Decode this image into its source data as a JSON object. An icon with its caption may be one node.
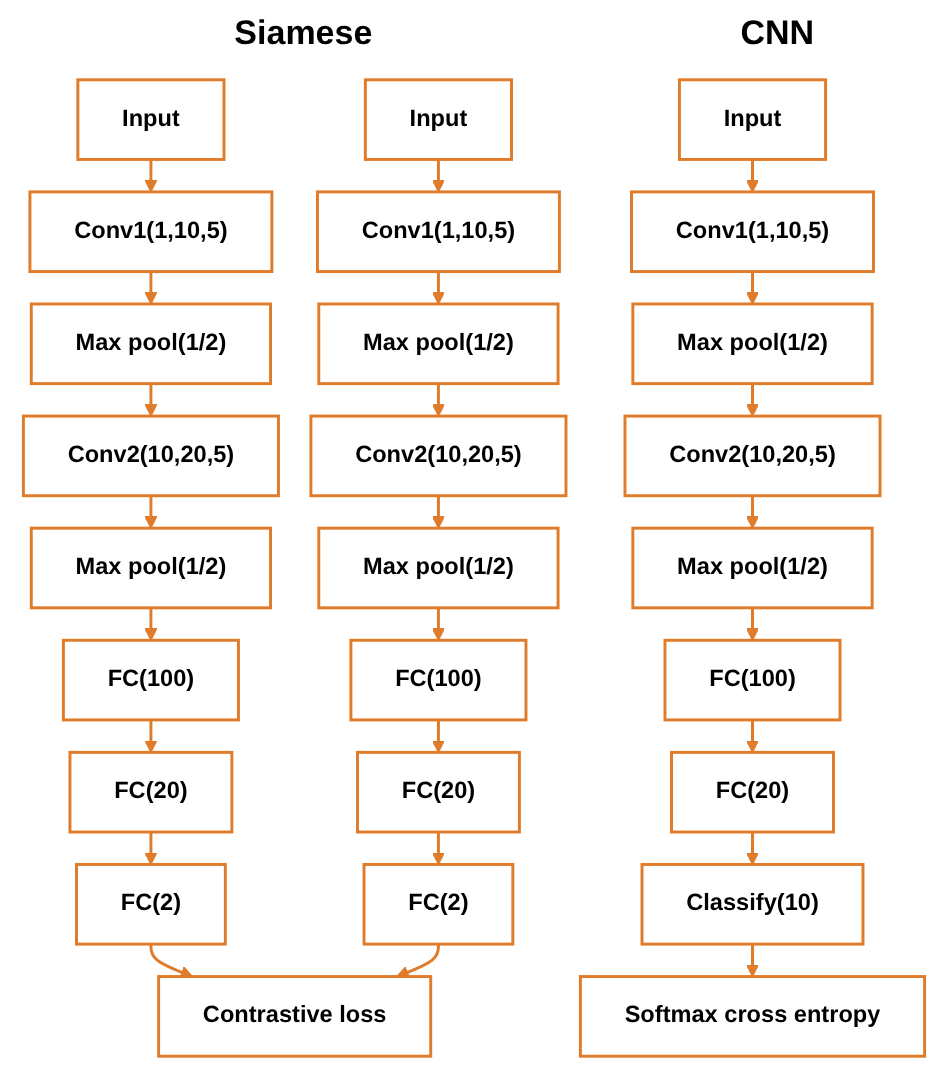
{
  "diagram": {
    "nodes": [
      {
        "text": [
          "Input"
        ]
      },
      {
        "text": [
          "Conv1(1,10,5)"
        ]
      },
      {
        "text": [
          "Max pool(1/2)"
        ]
      },
      {
        "text": [
          "Conv2(10,20,5)"
        ]
      },
      {
        "text": [
          "Max pool(1/2)"
        ]
      },
      {
        "text": [
          "FC(100)"
        ]
      },
      {
        "text": [
          "FC(20)"
        ]
      },
      {
        "text": [
          "FC(2)"
        ]
      },
      {
        "text": [
          "Input"
        ]
      },
      {
        "text": [
          "Conv1(1,10,5)"
        ]
      },
      {
        "text": [
          "Max pool(1/2)"
        ]
      },
      {
        "text": [
          "Conv2(10,20,5)"
        ]
      },
      {
        "text": [
          "Max pool(1/2)"
        ]
      },
      {
        "text": [
          "FC(100)"
        ]
      },
      {
        "text": [
          "FC(20)"
        ]
      },
      {
        "text": [
          "FC(2)"
        ]
      },
      {
        "text": [
          "Contrastive loss"
        ]
      },
      {
        "text": [
          "Input"
        ]
      },
      {
        "text": [
          "Conv1(1,10,5)"
        ]
      },
      {
        "text": [
          "Max pool(1/2)"
        ]
      },
      {
        "text": [
          "Conv2(10,20,5)"
        ]
      },
      {
        "text": [
          "Max pool(1/2)"
        ]
      },
      {
        "text": [
          "FC(100)"
        ]
      },
      {
        "text": [
          "FC(20)"
        ]
      },
      {
        "text": [
          "Classify(10)"
        ]
      },
      {
        "text": [
          "Softmax cross entropy"
        ]
      }
    ],
    "edges": [
      {
        "from": 0,
        "to": 1,
        "arrow": "to"
      },
      {
        "from": 1,
        "to": 2,
        "arrow": "to"
      },
      {
        "from": 2,
        "to": 3,
        "arrow": "to"
      },
      {
        "from": 3,
        "to": 4,
        "arrow": "to"
      },
      {
        "from": 4,
        "to": 5,
        "arrow": "to"
      },
      {
        "from": 5,
        "to": 6,
        "arrow": "to"
      },
      {
        "from": 6,
        "to": 7,
        "arrow": "to"
      },
      {
        "from": 7,
        "to": 16,
        "arrow": "to"
      },
      {
        "from": 8,
        "to": 9,
        "arrow": "to"
      },
      {
        "from": 9,
        "to": 10,
        "arrow": "to"
      },
      {
        "from": 10,
        "to": 11,
        "arrow": "to"
      },
      {
        "from": 11,
        "to": 12,
        "arrow": "to"
      },
      {
        "from": 12,
        "to": 13,
        "arrow": "to"
      },
      {
        "from": 13,
        "to": 14,
        "arrow": "to"
      },
      {
        "from": 14,
        "to": 15,
        "arrow": "to"
      },
      {
        "from": 15,
        "to": 16,
        "arrow": "to"
      },
      {
        "from": 17,
        "to": 18,
        "arrow": "to"
      },
      {
        "from": 18,
        "to": 19,
        "arrow": "to"
      },
      {
        "from": 19,
        "to": 20,
        "arrow": "to"
      },
      {
        "from": 20,
        "to": 21,
        "arrow": "to"
      },
      {
        "from": 21,
        "to": 22,
        "arrow": "to"
      },
      {
        "from": 22,
        "to": 23,
        "arrow": "to"
      },
      {
        "from": 23,
        "to": 24,
        "arrow": "to"
      },
      {
        "from": 24,
        "to": 25,
        "arrow": "to"
      }
    ],
    "labels": [
      "Siamese",
      "CNN"
    ]
  }
}
